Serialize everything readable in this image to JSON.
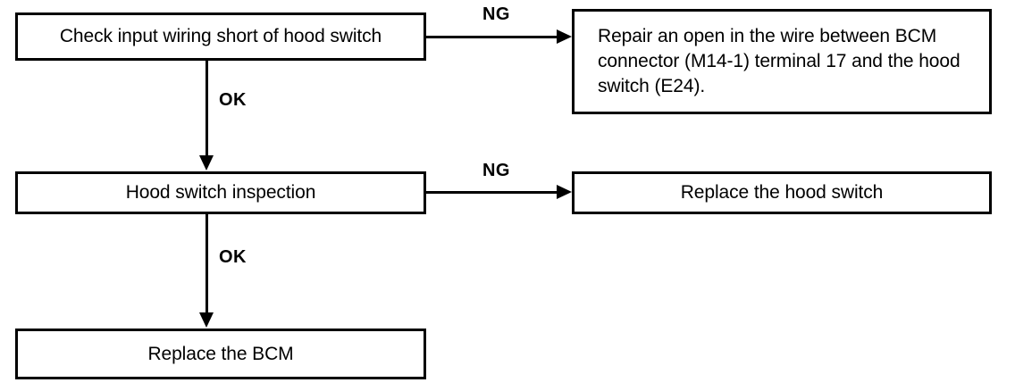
{
  "diagram": {
    "type": "troubleshooting-flowchart",
    "nodes": [
      {
        "id": "check-input-wiring",
        "text": "Check input wiring short of hood switch"
      },
      {
        "id": "repair-open-wire",
        "text": "Repair an open in the wire between BCM connector (M14-1) terminal 17 and the hood switch (E24)."
      },
      {
        "id": "hood-switch-inspection",
        "text": "Hood switch inspection"
      },
      {
        "id": "replace-hood-switch",
        "text": "Replace the hood switch"
      },
      {
        "id": "replace-bcm",
        "text": "Replace the BCM"
      }
    ],
    "edges": [
      {
        "id": "edge-ng-1",
        "from": "check-input-wiring",
        "to": "repair-open-wire",
        "label": "NG",
        "direction": "right"
      },
      {
        "id": "edge-ok-1",
        "from": "check-input-wiring",
        "to": "hood-switch-inspection",
        "label": "OK",
        "direction": "down"
      },
      {
        "id": "edge-ng-2",
        "from": "hood-switch-inspection",
        "to": "replace-hood-switch",
        "label": "NG",
        "direction": "right"
      },
      {
        "id": "edge-ok-2",
        "from": "hood-switch-inspection",
        "to": "replace-bcm",
        "label": "OK",
        "direction": "down"
      }
    ],
    "colors": {
      "line": "#000000",
      "box_fill": "#ffffff",
      "text": "#000000",
      "background": "#ffffff"
    }
  }
}
